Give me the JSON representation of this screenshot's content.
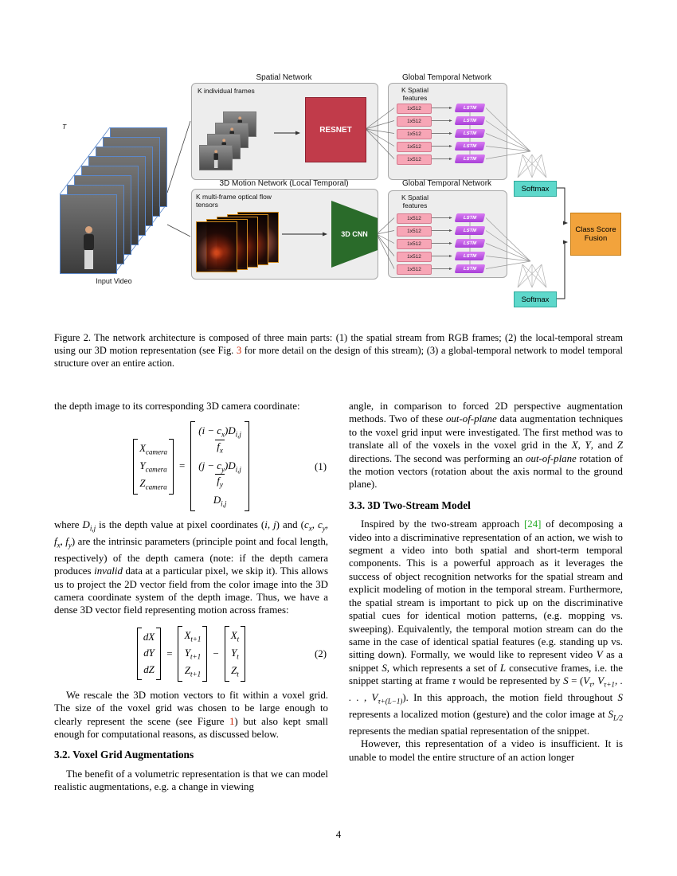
{
  "page_number": "4",
  "figure": {
    "input": {
      "time_label": "T",
      "caption": "Input Video"
    },
    "spatial": {
      "title": "Spatial Network",
      "frames_label": "K individual frames",
      "resnet_label": "RESNET"
    },
    "gtn_top": {
      "title": "Global Temporal Network",
      "features_label": "K Spatial features",
      "feat_box": "1x512",
      "lstm_label": "LSTM"
    },
    "motion": {
      "title": "3D Motion Network (Local Temporal)",
      "frames_label": "K multi-frame optical flow tensors",
      "cnn_label": "3D CNN"
    },
    "gtn_bottom": {
      "title": "Global Temporal Network",
      "features_label": "K Spatial features",
      "feat_box": "1x512",
      "lstm_label": "LSTM"
    },
    "softmax_top_label": "Softmax",
    "softmax_bottom_label": "Softmax",
    "fusion_label": "Class Score Fusion"
  },
  "caption": "Figure 2. The network architecture is composed of three main parts: (1) the spatial stream from RGB frames; (2) the local-temporal stream using our 3D motion representation (see Fig. {{r:3}} for more detail on the design of this stream); (3) a global-temporal network to model temporal structure over an entire action.",
  "left": {
    "p1": "the depth image to its corresponding 3D camera coordinate:",
    "eq1": {
      "lhs1": "X_{camera}",
      "lhs2": "Y_{camera}",
      "lhs3": "Z_{camera}",
      "equals": "=",
      "num1": "(i − c_{x})D_{i,j}",
      "den1": "f_{x}",
      "num2": "(j − c_{y})D_{i,j}",
      "den2": "f_{y}",
      "row3": "D_{i,j}",
      "number": "(1)"
    },
    "p2": "where *D_{i,j}* is the depth value at pixel coordinates (*i, j*) and (*c_{x}, c_{y}, f_{x}, f_{y}*) are the intrinsic parameters (principle point and focal length, respectively) of the depth camera (note: if the depth camera produces *invalid* data at a particular pixel, we skip it). This allows us to project the 2D vector field from the color image into the 3D camera coordinate system of the depth image. Thus, we have a dense 3D vector field representing motion across frames:",
    "eq2": {
      "m1r1": "dX",
      "m1r2": "dY",
      "m1r3": "dZ",
      "equals": "=",
      "minus": "−",
      "m2r1": "X_{t+1}",
      "m2r2": "Y_{t+1}",
      "m2r3": "Z_{t+1}",
      "m3r1": "X_{t}",
      "m3r2": "Y_{t}",
      "m3r3": "Z_{t}",
      "number": "(2)"
    },
    "p3": "We rescale the 3D motion vectors to fit within a voxel grid. The size of the voxel grid was chosen to be large enough to clearly represent the scene (see Figure {{r:1}}) but also kept small enough for computational reasons, as discussed below.",
    "h32": "3.2. Voxel Grid Augmentations",
    "p4": "The benefit of a volumetric representation is that we can model realistic augmentations, e.g.  a change in viewing"
  },
  "right": {
    "p5": "angle, in comparison to forced 2D perspective augmentation methods. Two of these *out-of-plane* data augmentation techniques to the voxel grid input were investigated.  The first method was to translate all of the voxels in the voxel grid in the *X*, *Y*, and *Z* directions.  The second was performing an *out-of-plane* rotation of the motion vectors (rotation about the axis normal to the ground plane).",
    "h33": "3.3. 3D Two-Stream Model",
    "p6": "Inspired by the two-stream approach {{g:[24]}} of decomposing a video into a discriminative representation of an action, we wish to segment a video into both spatial and short-term temporal components.  This is a powerful approach as it leverages the success of object recognition networks for the spatial stream and explicit modeling of motion in the temporal stream.  Furthermore, the spatial stream is important to pick up on the discriminative spatial cues for identical motion patterns, (e.g.  mopping vs.  sweeping).  Equivalently, the temporal motion stream can do the same in the case of identical spatial features (e.g.  standing up vs.  sitting down).  Formally, we would like to represent video *V* as a snippet *S*, which represents a set of *L* consecutive frames, i.e. the snippet starting at frame *τ* would be represented by *S* = (*V_{τ}, V_{τ+1}, . . . , V_{τ+(L−1)}*). In this approach, the motion field throughout *S* represents a localized motion (gesture) and the color image at *S_{L/2}* represents the median spatial representation of the snippet.",
    "p7": "However, this representation of a video is insufficient. It is unable to model the entire structure of an action longer"
  }
}
